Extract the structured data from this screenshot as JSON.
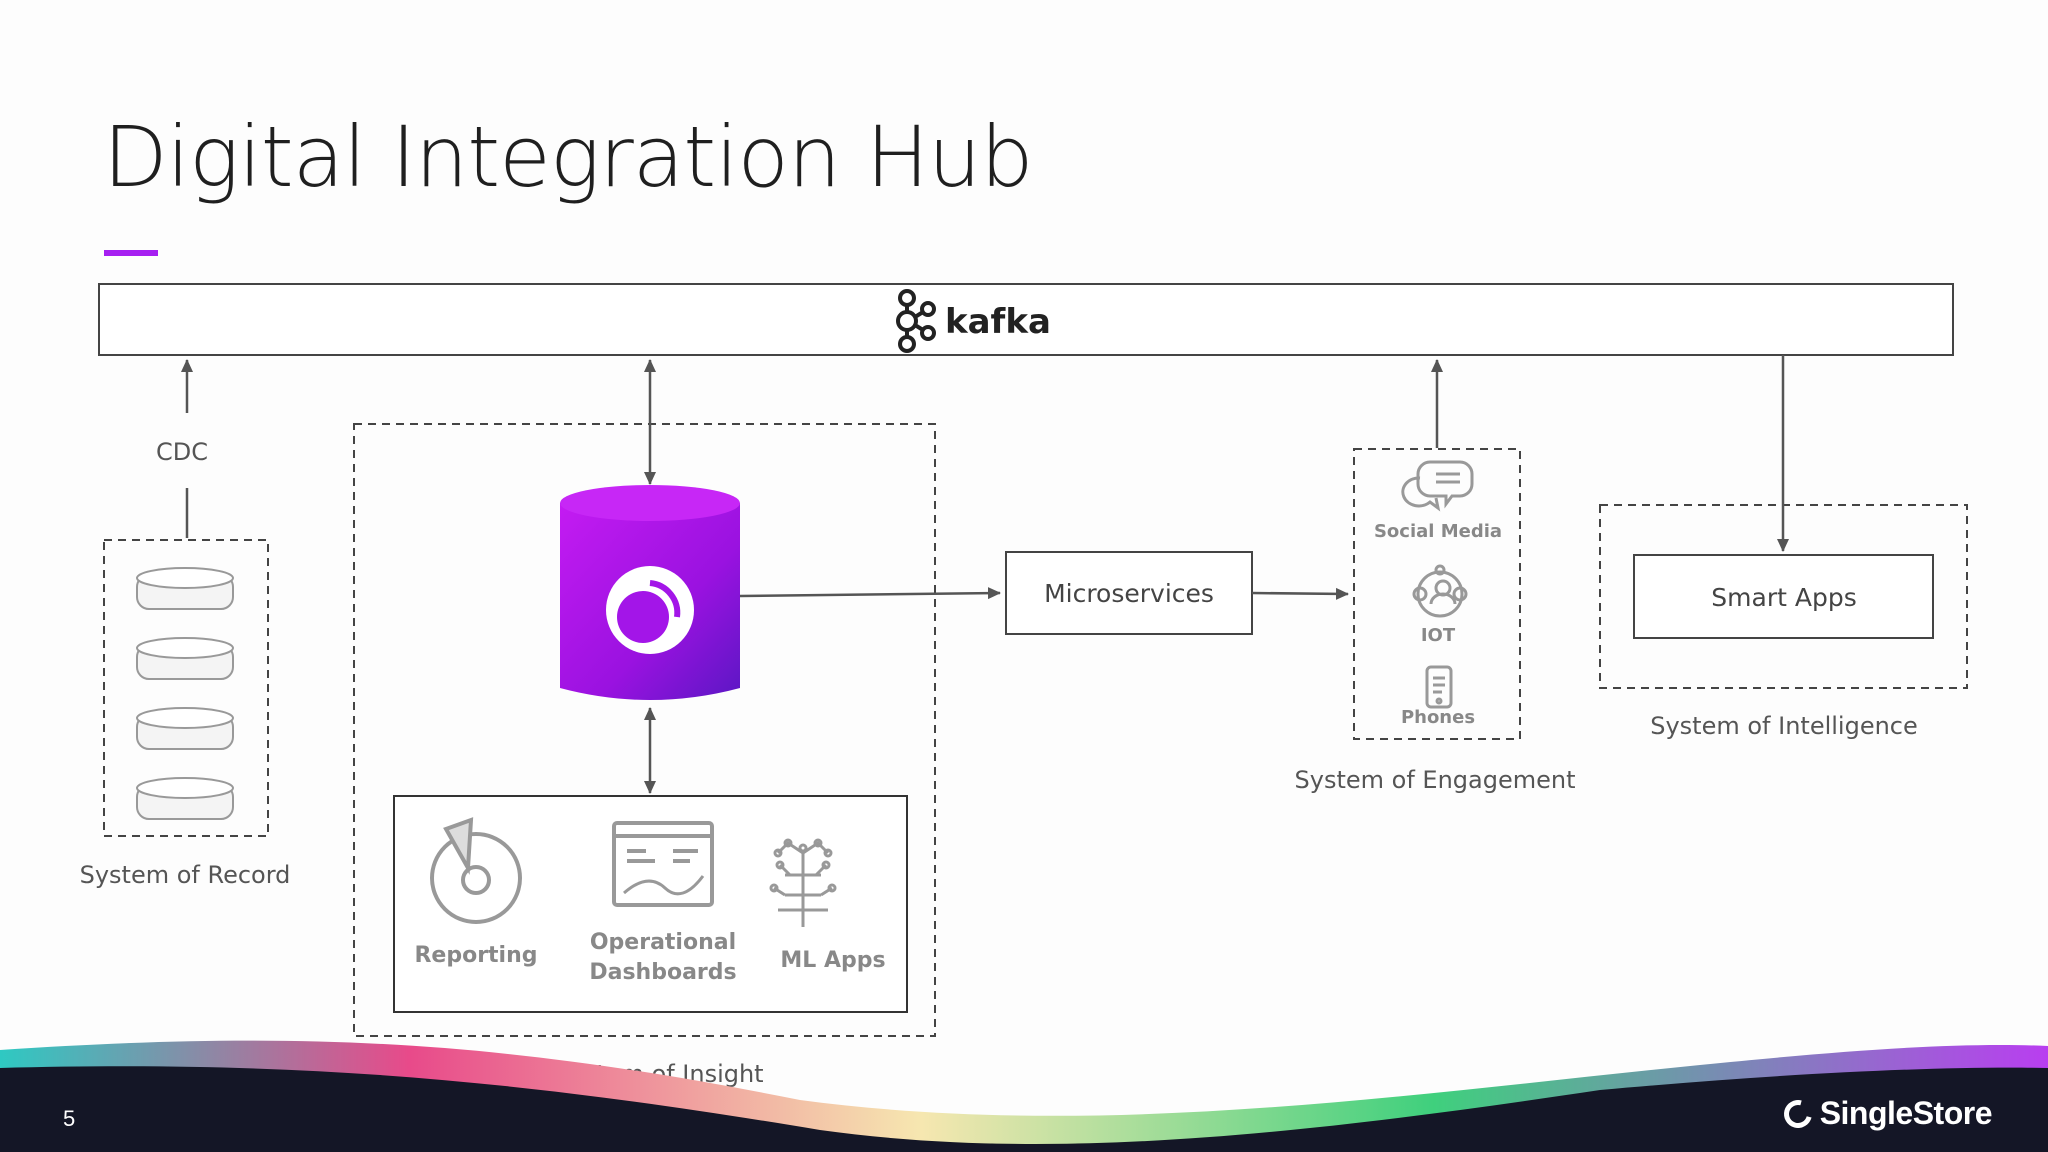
{
  "slide": {
    "title": "Digital Integration Hub",
    "page_number": "5",
    "brand": "SingleStore",
    "accent_color": "#a61ff1"
  },
  "kafka": {
    "label": "kafka",
    "icon": "kafka-logo-icon"
  },
  "diagram": {
    "cdc_label": "CDC",
    "system_of_record": {
      "caption": "System of Record",
      "icon": "database-disk-icon",
      "disk_count": 4
    },
    "system_of_insight": {
      "caption": "System of Insight",
      "database_icon": "singlestore-database-icon",
      "apps": [
        {
          "label": "Reporting",
          "icon": "pie-chart-icon"
        },
        {
          "label_line1": "Operational",
          "label_line2": "Dashboards",
          "icon": "dashboard-icon"
        },
        {
          "label": "ML Apps",
          "icon": "brain-circuit-icon"
        }
      ]
    },
    "microservices": {
      "label": "Microservices"
    },
    "system_of_engagement": {
      "caption": "System of Engagement",
      "items": [
        {
          "label": "Social Media",
          "icon": "chat-bubbles-icon"
        },
        {
          "label": "IOT",
          "icon": "iot-hub-icon"
        },
        {
          "label": "Phones",
          "icon": "phone-icon"
        }
      ]
    },
    "system_of_intelligence": {
      "caption": "System of Intelligence",
      "smart_apps_label": "Smart Apps"
    }
  }
}
